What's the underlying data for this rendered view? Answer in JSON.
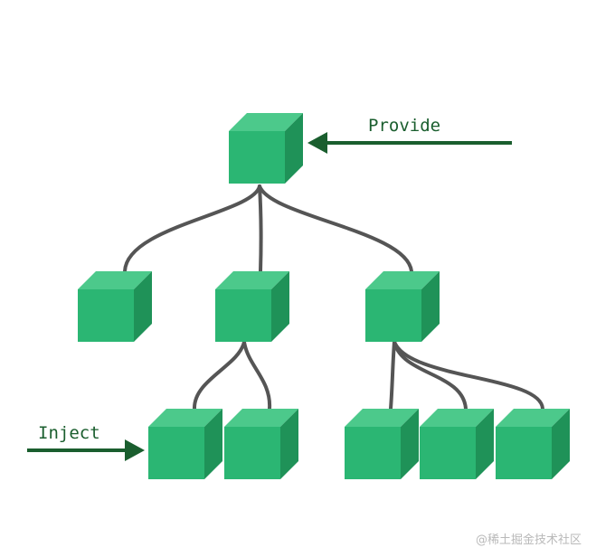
{
  "labels": {
    "provide": "Provide",
    "inject": "Inject"
  },
  "watermark": "@稀土掘金技术社区",
  "colors": {
    "cube_front": "#2bb673",
    "cube_top": "#4cc98b",
    "cube_side": "#1f9258",
    "connector": "#555555",
    "arrow": "#1a5e2e",
    "label_text": "#1a5e2e",
    "watermark_text": "#b9b9b9"
  },
  "tree": {
    "root": "root",
    "children": [
      {
        "id": "child-left",
        "children": []
      },
      {
        "id": "child-middle",
        "children": [
          "grandchild-1",
          "grandchild-2"
        ]
      },
      {
        "id": "child-right",
        "children": [
          "grandchild-3",
          "grandchild-4",
          "grandchild-5"
        ]
      }
    ]
  }
}
